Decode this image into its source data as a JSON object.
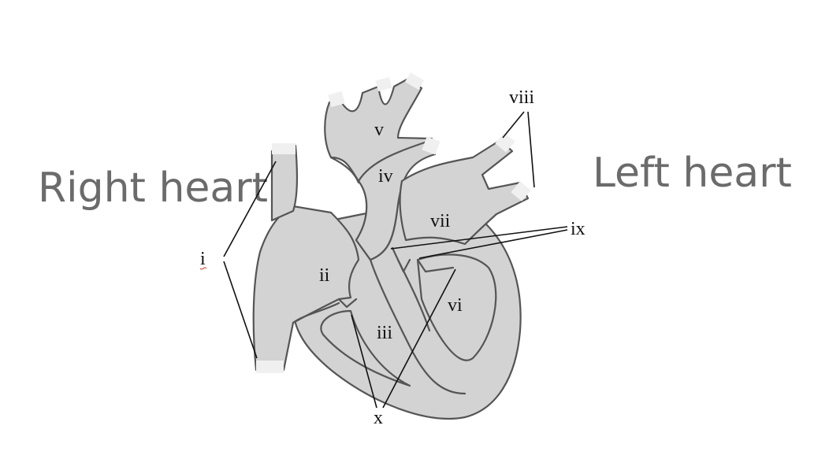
{
  "headings": {
    "right": "Right heart",
    "left": "Left heart"
  },
  "labels": {
    "i": "i",
    "ii": "ii",
    "iii": "iii",
    "iv": "iv",
    "v": "v",
    "vi": "vi",
    "vii": "vii",
    "viii": "viii",
    "ix": "ix",
    "x": "x"
  },
  "colors": {
    "heading": "#6b6b6b",
    "fill": "#d3d3d3",
    "outline": "#555555",
    "leader": "#111111"
  }
}
